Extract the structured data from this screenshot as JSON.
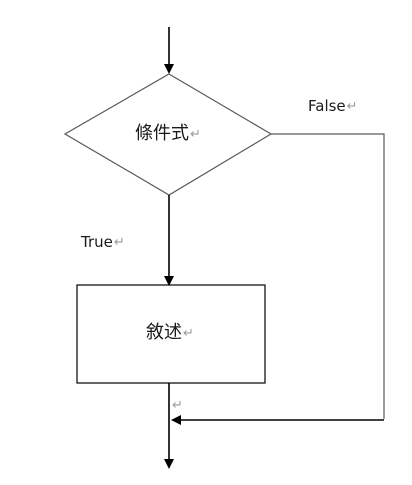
{
  "diagram": {
    "decision": {
      "text": "條件式",
      "mark": "↵"
    },
    "statement": {
      "text": "敘述",
      "mark": "↵"
    },
    "false_label": {
      "text": "False",
      "mark": "↵"
    },
    "true_label": {
      "text": "True",
      "mark": "↵"
    },
    "stray_mark": "↵"
  },
  "colors": {
    "stroke": "#000000",
    "shape_outline": "#5a5a5a",
    "text": "#1a1a1a",
    "format_mark": "#9a9a9a"
  }
}
